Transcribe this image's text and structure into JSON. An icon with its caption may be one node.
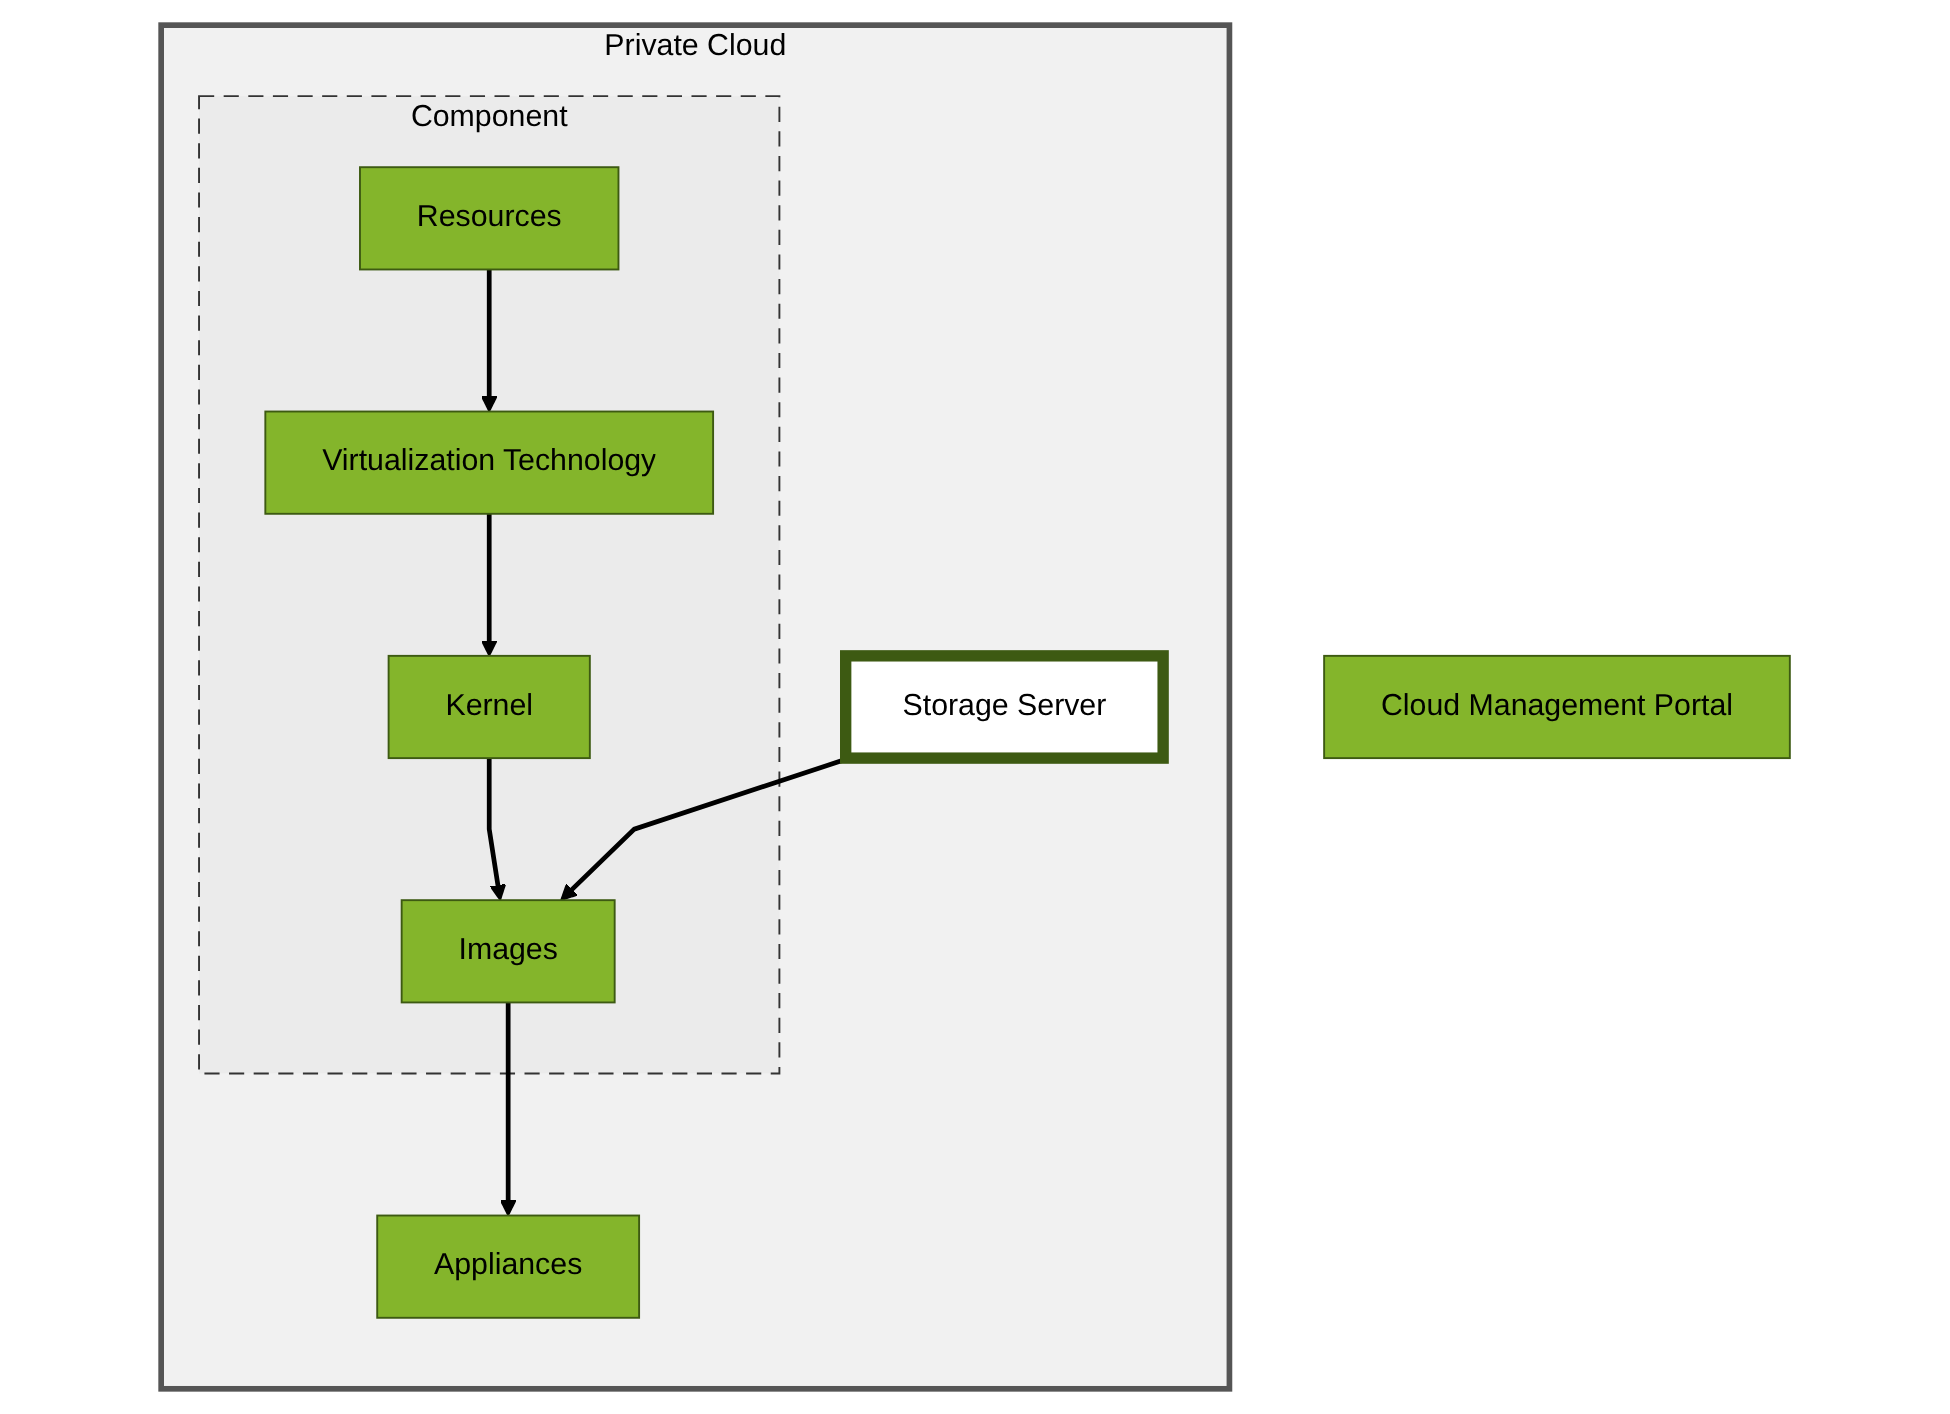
{
  "diagram": {
    "nodes": [
      {
        "text": [
          "Private Cloud"
        ]
      },
      {
        "text": [
          "Cloud Management Portal"
        ]
      },
      {
        "text": [
          "Appliances"
        ],
        "in": 0
      },
      {
        "text": [
          "Component"
        ],
        "in": 0
      },
      {
        "text": [
          "Images"
        ],
        "in": 3
      },
      {
        "text": [
          "Kernel"
        ],
        "in": 3
      },
      {
        "text": [
          "Virtualization Technology"
        ],
        "in": 3
      },
      {
        "text": [
          "Resources"
        ],
        "in": 3
      },
      {
        "text": [
          "Storage Server"
        ],
        "in": 0
      }
    ],
    "edges": [
      {
        "from": 7,
        "to": 6,
        "arrow": "to"
      },
      {
        "from": 6,
        "to": 5,
        "arrow": "to"
      },
      {
        "from": 5,
        "to": 4,
        "arrow": "to"
      },
      {
        "from": 4,
        "to": 2,
        "arrow": "to"
      },
      {
        "from": 8,
        "to": 4,
        "arrow": "to"
      }
    ]
  }
}
